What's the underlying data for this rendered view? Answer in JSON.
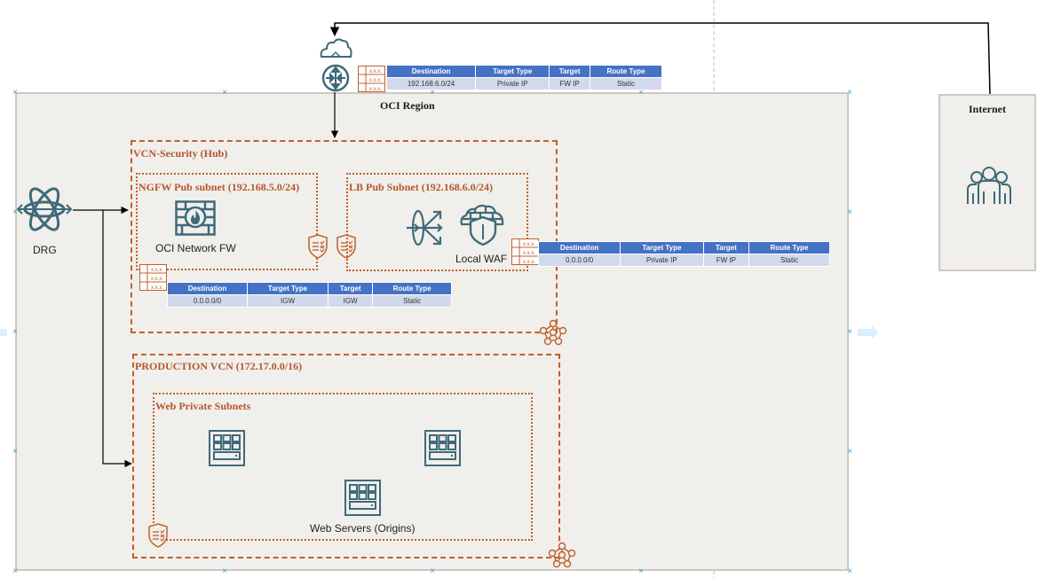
{
  "diagram": {
    "region_title": "OCI Region",
    "internet_title": "Internet",
    "drg_label": "DRG",
    "colors": {
      "accent": "#c0612c",
      "icon": "#3f6a7a",
      "table_header": "#4472c4",
      "table_row": "#d2d9ec",
      "region_bg": "#f0efeb"
    },
    "vcn_security": {
      "title": "VCN-Security (Hub)",
      "ngfw_subnet": {
        "title": "NGFW Pub subnet (192.168.5.0/24)",
        "firewall_label": "OCI Network FW"
      },
      "lb_subnet": {
        "title": "LB Pub Subnet (192.168.6.0/24)",
        "waf_label": "Local WAF"
      }
    },
    "production_vcn": {
      "title": "PRODUCTION VCN (172.17.0.0/16)",
      "web_subnet": {
        "title": "Web Private Subnets",
        "servers_label": "Web Servers (Origins)"
      }
    },
    "route_icon_text": "x.x.x.",
    "route_tables": {
      "igw": {
        "headers": [
          "Destination",
          "Target Type",
          "Target",
          "Route Type"
        ],
        "row": [
          "192.168.6.0/24",
          "Private IP",
          "FW IP",
          "Static"
        ]
      },
      "lb": {
        "headers": [
          "Destination",
          "Target Type",
          "Target",
          "Route Type"
        ],
        "row": [
          "0.0.0.0/0",
          "Private IP",
          "FW IP",
          "Static"
        ]
      },
      "ngfw": {
        "headers": [
          "Destination",
          "Target Type",
          "Target",
          "Route Type"
        ],
        "row": [
          "0.0.0.0/0",
          "IGW",
          "IGW",
          "Static"
        ]
      }
    }
  }
}
